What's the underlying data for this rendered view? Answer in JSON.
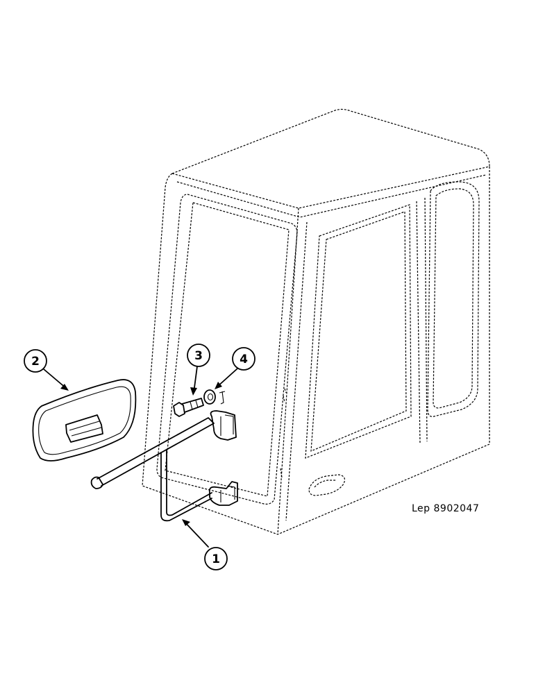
{
  "diagram": {
    "reference": "Lep 8902047",
    "callouts": [
      {
        "id": "1",
        "label": "1"
      },
      {
        "id": "2",
        "label": "2"
      },
      {
        "id": "3",
        "label": "3"
      },
      {
        "id": "4",
        "label": "4"
      }
    ]
  }
}
